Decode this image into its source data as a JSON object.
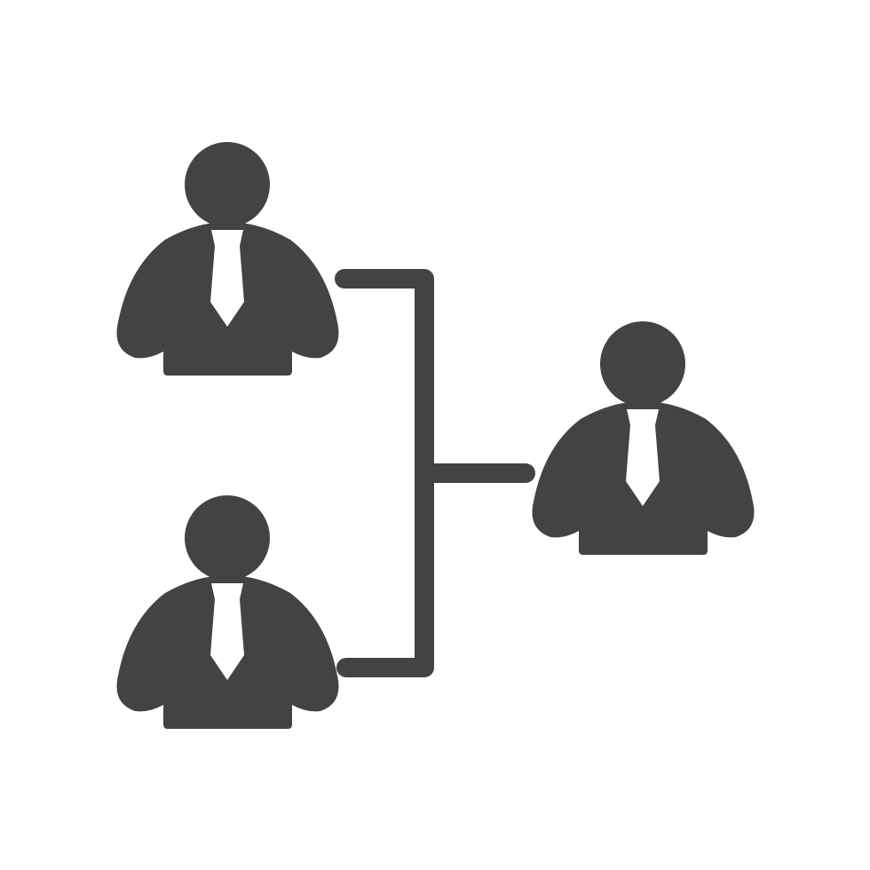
{
  "icon": {
    "name": "business-team-hierarchy-icon",
    "style": "glyph",
    "people": [
      {
        "id": "person-top-left",
        "icon": "businessman-icon"
      },
      {
        "id": "person-bottom-left",
        "icon": "businessman-icon"
      },
      {
        "id": "person-right",
        "icon": "businessman-icon"
      }
    ],
    "connector": {
      "icon": "bracket-connector",
      "joins": [
        "person-top-left",
        "person-bottom-left",
        "person-right"
      ]
    }
  },
  "colors": {
    "background": "#ffffff",
    "glyph": "#434343",
    "tie": "#ffffff"
  }
}
